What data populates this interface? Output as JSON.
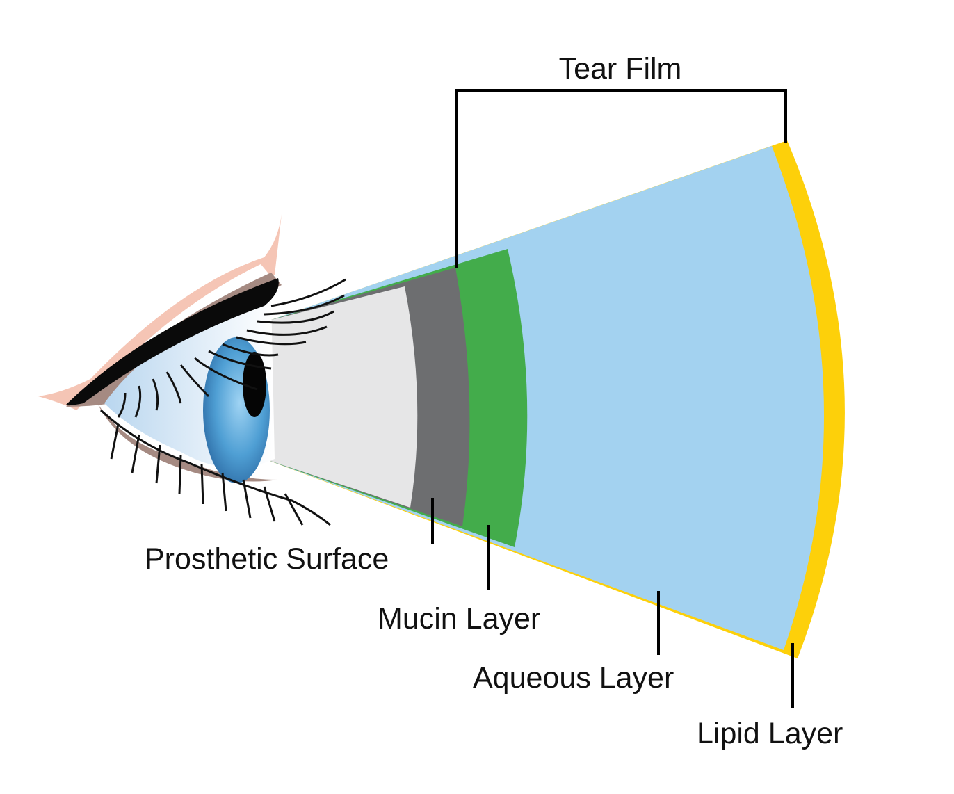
{
  "title": "Tear Film",
  "labels": {
    "prosthetic_surface": "Prosthetic Surface",
    "mucin_layer": "Mucin Layer",
    "aqueous_layer": "Aqueous Layer",
    "lipid_layer": "Lipid Layer"
  },
  "colors": {
    "prosthetic_surface": "#e6e6e7",
    "mucin_backing": "#6d6e70",
    "mucin_layer": "#43ac4b",
    "aqueous_layer": "#a3d2f0",
    "lipid_layer": "#fdd00a",
    "iris": "#4f9fd4"
  }
}
